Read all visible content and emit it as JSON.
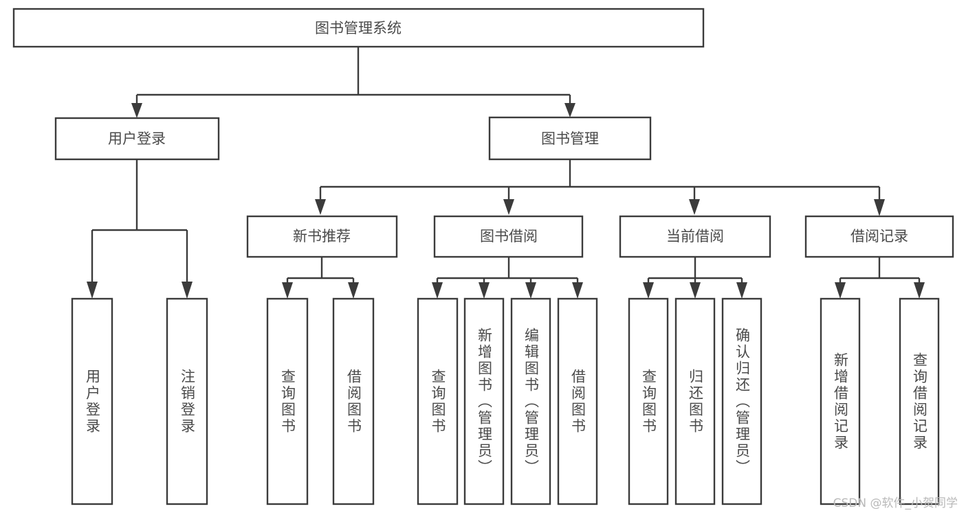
{
  "diagram": {
    "type": "tree",
    "title": "图书管理系统",
    "watermark": "CSDN @软件_小贺同学",
    "colors": {
      "stroke": "#3b3b3b",
      "box_fill": "#ffffff",
      "text": "#4a4a4a",
      "background": "#ffffff",
      "watermark": "#b9b9b9"
    },
    "levels": {
      "root": {
        "label": "图书管理系统"
      },
      "level2": [
        {
          "label": "用户登录"
        },
        {
          "label": "图书管理"
        }
      ],
      "level3": [
        {
          "label": "新书推荐"
        },
        {
          "label": "图书借阅"
        },
        {
          "label": "当前借阅"
        },
        {
          "label": "借阅记录"
        }
      ],
      "leaves": {
        "user_login": [
          {
            "label": "用户登录"
          },
          {
            "label": "注销登录"
          }
        ],
        "new_book_recommend": [
          {
            "label": "查询图书"
          },
          {
            "label": "借阅图书"
          }
        ],
        "book_borrow": [
          {
            "label": "查询图书"
          },
          {
            "label": "新增图书（管理员）"
          },
          {
            "label": "编辑图书（管理员）"
          },
          {
            "label": "借阅图书"
          }
        ],
        "current_borrow": [
          {
            "label": "查询图书"
          },
          {
            "label": "归还图书"
          },
          {
            "label": "确认归还（管理员）"
          }
        ],
        "borrow_records": [
          {
            "label": "新增借阅记录"
          },
          {
            "label": "查询借阅记录"
          }
        ]
      }
    }
  }
}
